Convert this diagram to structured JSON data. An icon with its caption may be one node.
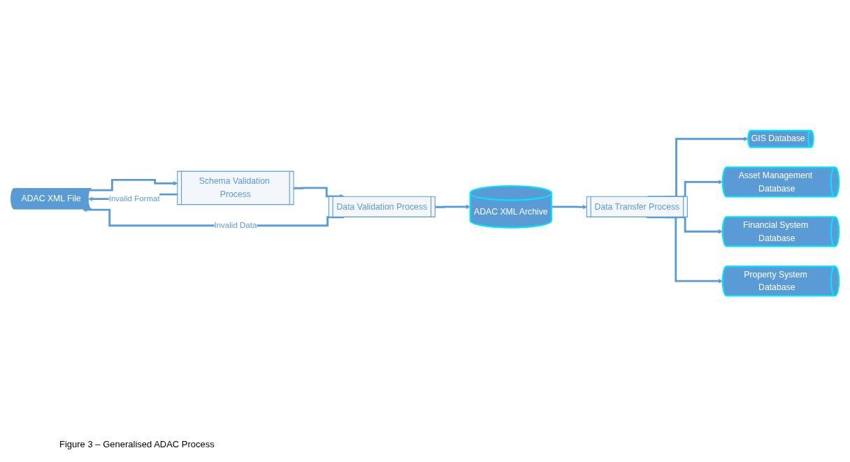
{
  "diagram": {
    "caption": "Figure 3 – Generalised ADAC Process",
    "nodes": [
      {
        "text": [
          "ADAC XML File"
        ]
      },
      {
        "text": [
          "Schema Validation Process"
        ]
      },
      {
        "text": [
          "Data Validation Process"
        ]
      },
      {
        "text": [
          "ADAC XML Archive"
        ]
      },
      {
        "text": [
          "Data Transfer Process"
        ]
      },
      {
        "text": [
          "GIS Database"
        ]
      },
      {
        "text": [
          "Asset Management Database"
        ]
      },
      {
        "text": [
          "Financial System Database"
        ]
      },
      {
        "text": [
          "Property System Database"
        ]
      }
    ],
    "edges": [
      {
        "from": 0,
        "to": 1,
        "arrow": "to"
      },
      {
        "from": 1,
        "to": 2,
        "arrow": "to"
      },
      {
        "from": 2,
        "to": 3,
        "arrow": "to"
      },
      {
        "from": 3,
        "to": 4,
        "arrow": "to"
      },
      {
        "from": 1,
        "to": 0,
        "arrow": "to",
        "label": "Invalid Format"
      },
      {
        "from": 2,
        "to": 0,
        "arrow": "to",
        "label": "Invalid Data"
      },
      {
        "from": 4,
        "to": 5,
        "arrow": "to"
      },
      {
        "from": 4,
        "to": 6,
        "arrow": "to"
      },
      {
        "from": 4,
        "to": 7,
        "arrow": "to"
      },
      {
        "from": 4,
        "to": 8,
        "arrow": "to"
      }
    ]
  }
}
